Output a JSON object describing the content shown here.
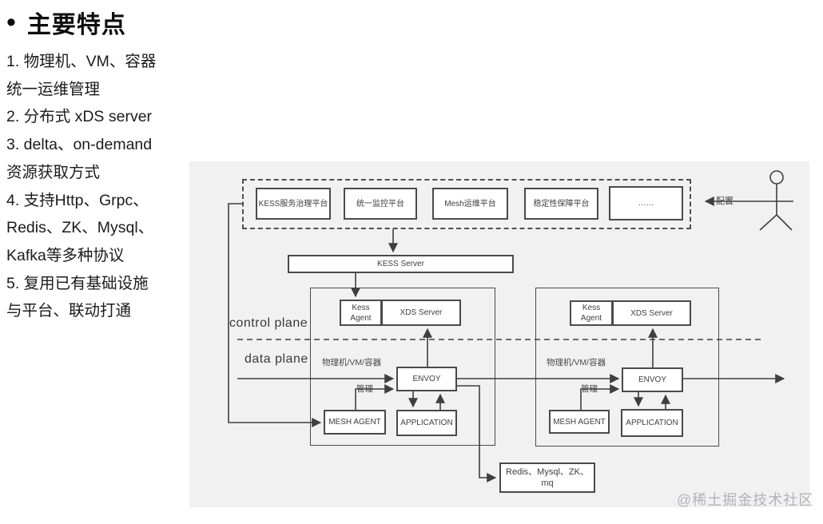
{
  "sidebar": {
    "bullet": "•",
    "title": "主要特点",
    "lines": [
      "1. 物理机、VM、容器",
      "统一运维管理",
      "2. 分布式 xDS server",
      "3. delta、on-demand",
      "资源获取方式",
      "4. 支持Http、Grpc、",
      "Redis、ZK、Mysql、",
      "Kafka等多种协议",
      "5. 复用已有基础设施",
      "与平台、联动打通"
    ]
  },
  "diagram": {
    "platforms": [
      "KESS服务治理平台",
      "统一监控平台",
      "Mesh运维平台",
      "稳定性保障平台",
      "……"
    ],
    "kess_server_label": "KESS Server",
    "control_plane_label": "control plane",
    "data_plane_label": "data plane",
    "config_label": "配置",
    "host_label": "物理机/VM/容器",
    "manage_label": "管理",
    "kess_agent_label": "Kess Agent",
    "xds_server_label": "XDS Server",
    "envoy_label": "ENVOY",
    "mesh_agent_label": "MESH AGENT",
    "application_label": "APPLICATION",
    "backend_label": "Redis、Mysql、ZK、mq"
  },
  "colors": {
    "panel_bg": "#f1f1f2",
    "line": "#3f3f3f",
    "box_border": "#4a4a4a",
    "text": "#1b1b1b",
    "watermark": "#b3b4b8"
  },
  "watermark": "@稀土掘金技术社区"
}
